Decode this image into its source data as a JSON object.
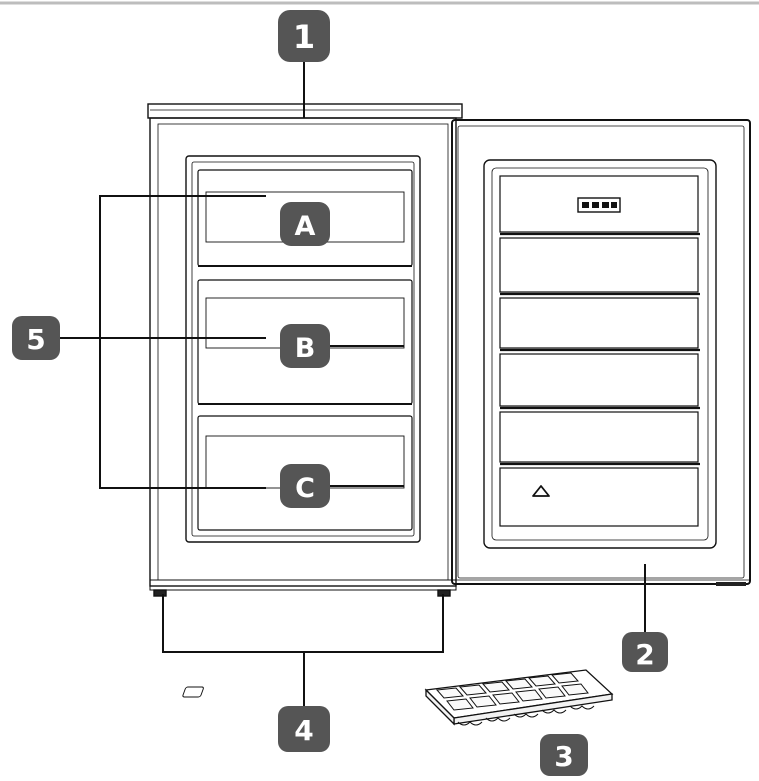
{
  "callouts": [
    {
      "number": "1"
    },
    {
      "number": "2"
    },
    {
      "number": "3"
    },
    {
      "number": "4"
    },
    {
      "number": "5"
    }
  ],
  "drawers": [
    {
      "letter": "A"
    },
    {
      "letter": "B"
    },
    {
      "letter": "C"
    }
  ],
  "colors": {
    "badge": "#555555",
    "line": "#111111",
    "rule": "#bdbdbd",
    "background": "#ffffff"
  },
  "icons": [
    "freezer-cabinet",
    "freezer-door",
    "ice-cube-tray",
    "drawer",
    "thermostat-panel",
    "warning-triangle-icon"
  ]
}
